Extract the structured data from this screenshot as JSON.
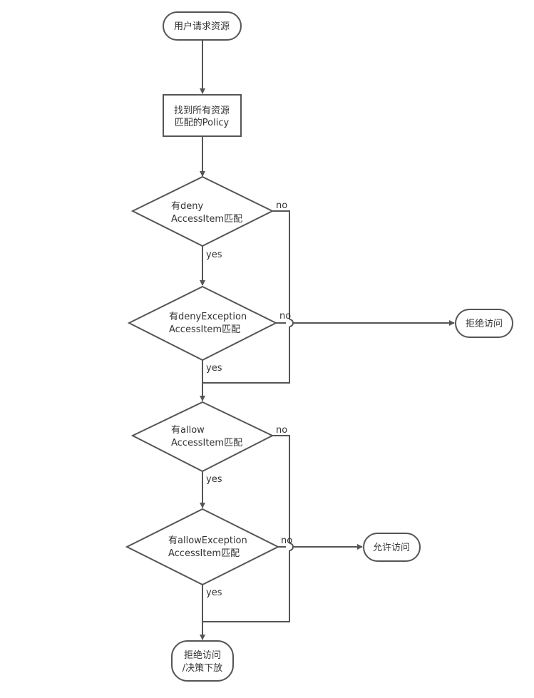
{
  "nodes": {
    "start": {
      "lines": [
        "用户请求资源"
      ]
    },
    "find_policy": {
      "lines": [
        "找到所有资源",
        "匹配的Policy"
      ]
    },
    "deny_match": {
      "lines": [
        "有deny",
        "AccessItem匹配"
      ]
    },
    "deny_exception": {
      "lines": [
        "有denyException",
        "AccessItem匹配"
      ]
    },
    "allow_match": {
      "lines": [
        "有allow",
        "AccessItem匹配"
      ]
    },
    "allow_exception": {
      "lines": [
        "有allowException",
        "AccessItem匹配"
      ]
    },
    "deny_access": {
      "lines": [
        "拒绝访问"
      ]
    },
    "allow_access": {
      "lines": [
        "允许访问"
      ]
    },
    "deny_decision": {
      "lines": [
        "拒绝访问",
        "/决策下放"
      ]
    }
  },
  "edges": {
    "deny_no": "no",
    "deny_yes": "yes",
    "deny_exception_no": "no",
    "deny_exception_yes": "yes",
    "allow_no": "no",
    "allow_yes": "yes",
    "allow_exception_no": "no",
    "allow_exception_yes": "yes"
  },
  "colors": {
    "stroke": "#555555",
    "text": "#333333",
    "background": "#ffffff"
  }
}
